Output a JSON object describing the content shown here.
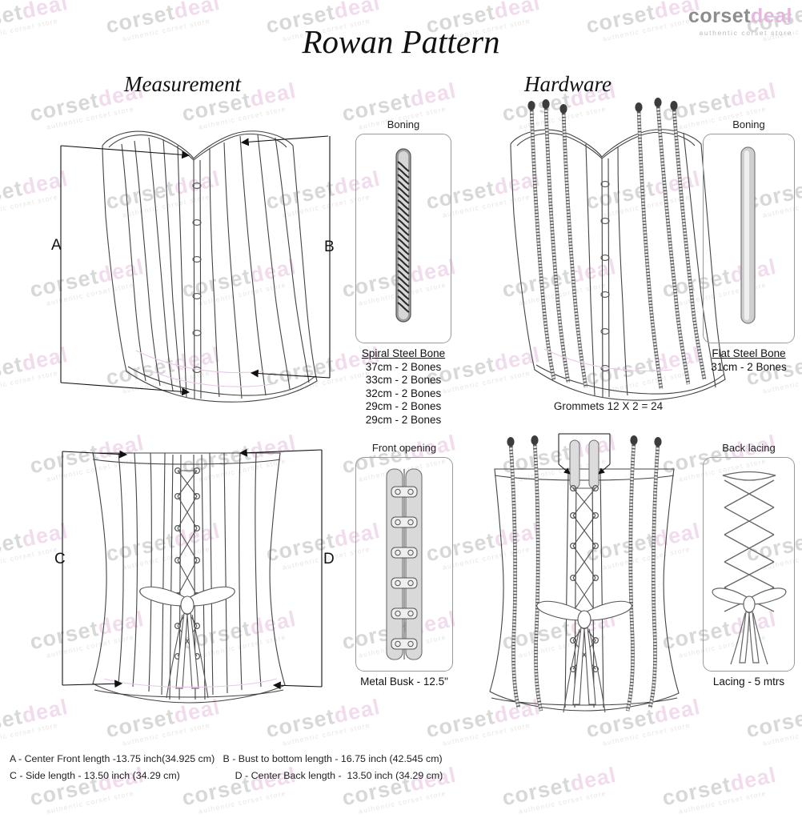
{
  "brand": {
    "name_part1": "corset",
    "name_part2": "deal",
    "tagline": "authentic corset store",
    "watermark_text": "corsetdeal",
    "watermark_sub": "authentic corset store",
    "color_gray": "#8d8d8d",
    "color_pink": "#e3b7de"
  },
  "title": "Rowan Pattern",
  "sections": {
    "measurement": "Measurement",
    "hardware": "Hardware"
  },
  "measurement_labels": {
    "a": "A",
    "b": "B",
    "c": "C",
    "d": "D"
  },
  "panels": {
    "boning_spiral": {
      "title": "Boning",
      "caption_heading": "Spiral Steel Bone",
      "lines": [
        "37cm - 2 Bones",
        "33cm - 2 Bones",
        "32cm - 2 Bones",
        "29cm - 2 Bones",
        "29cm - 2 Bones"
      ]
    },
    "boning_flat": {
      "title": "Boning",
      "caption_heading": "Flat Steel Bone",
      "lines": [
        "31cm - 2 Bones"
      ]
    },
    "front_opening": {
      "title": "Front opening",
      "caption": "Metal Busk - 12.5\""
    },
    "back_lacing": {
      "title": "Back lacing",
      "caption": "Lacing - 5 mtrs"
    }
  },
  "grommets_note": "Grommets 12 X 2 = 24",
  "legend": [
    "A - Center Front length -13.75 inch(34.925 cm)   B - Bust to bottom length - 16.75 inch (42.545 cm)",
    "C - Side length - 13.50 inch (34.29 cm)                    D - Center Back length -  13.50 inch (34.29 cm)"
  ],
  "chart_data": {
    "type": "table",
    "title": "Rowan Pattern specification",
    "measurements": [
      {
        "key": "A",
        "name": "Center Front length",
        "inch": 13.75,
        "cm": 34.925
      },
      {
        "key": "B",
        "name": "Bust to bottom length",
        "inch": 16.75,
        "cm": 42.545
      },
      {
        "key": "C",
        "name": "Side length",
        "inch": 13.5,
        "cm": 34.29
      },
      {
        "key": "D",
        "name": "Center Back length",
        "inch": 13.5,
        "cm": 34.29
      }
    ],
    "bones": [
      {
        "type": "Spiral Steel Bone",
        "length_cm": 37,
        "count": 2
      },
      {
        "type": "Spiral Steel Bone",
        "length_cm": 33,
        "count": 2
      },
      {
        "type": "Spiral Steel Bone",
        "length_cm": 32,
        "count": 2
      },
      {
        "type": "Spiral Steel Bone",
        "length_cm": 29,
        "count": 2
      },
      {
        "type": "Spiral Steel Bone",
        "length_cm": 29,
        "count": 2
      },
      {
        "type": "Flat Steel Bone",
        "length_cm": 31,
        "count": 2
      }
    ],
    "grommets": {
      "per_side": 12,
      "sides": 2,
      "total": 24
    },
    "busk": {
      "name": "Metal Busk",
      "length_inch": 12.5
    },
    "lacing": {
      "name": "Lacing",
      "length_m": 5
    }
  }
}
